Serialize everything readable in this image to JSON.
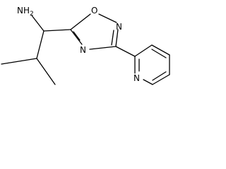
{
  "molecule": {
    "atoms": {
      "amine": "NH2",
      "amine_main": "NH",
      "amine_subscript": "2",
      "oxadiazole_oxygen": "O",
      "oxadiazole_n2": "N",
      "oxadiazole_n4": "N",
      "pyridine_nitrogen": "N"
    }
  }
}
